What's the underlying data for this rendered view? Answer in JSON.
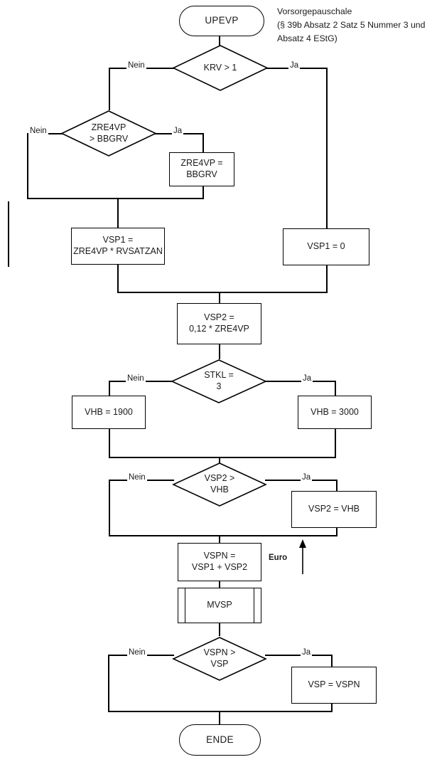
{
  "caption": {
    "text": "Vorsorgepauschale\n(§ 39b Absatz 2 Satz 5 Nummer 3 und\nAbsatz 4 EStG)"
  },
  "colors": {
    "stroke": "#000000",
    "text": "#1a1a1a",
    "background": "#ffffff"
  },
  "nodes": {
    "start": {
      "label": "UPEVP",
      "shape": "terminal"
    },
    "krv": {
      "label": "KRV > 1",
      "shape": "decision"
    },
    "zre4vp_gt_bbgrv": {
      "label": "ZRE4VP\n> BBGRV",
      "shape": "decision"
    },
    "zre4vp_assign": {
      "label": "ZRE4VP =\nBBGRV",
      "shape": "process"
    },
    "vsp1_calc": {
      "label": "VSP1 =\nZRE4VP * RVSATZAN",
      "shape": "process"
    },
    "vsp1_zero": {
      "label": "VSP1 = 0",
      "shape": "process"
    },
    "vsp2_calc": {
      "label": "VSP2 =\n0,12 * ZRE4VP",
      "shape": "process"
    },
    "stkl": {
      "label": "STKL =\n3",
      "shape": "decision"
    },
    "vhb_1900": {
      "label": "VHB = 1900",
      "shape": "process"
    },
    "vhb_3000": {
      "label": "VHB = 3000",
      "shape": "process"
    },
    "vsp2_gt_vhb": {
      "label": "VSP2 >\nVHB",
      "shape": "decision"
    },
    "vsp2_assign": {
      "label": "VSP2 = VHB",
      "shape": "process"
    },
    "vspn_calc": {
      "label": "VSPN =\nVSP1 + VSP2",
      "shape": "process"
    },
    "mvsp": {
      "label": "MVSP",
      "shape": "predefined-process"
    },
    "vspn_gt_vsp": {
      "label": "VSPN >\nVSP",
      "shape": "decision"
    },
    "vsp_assign": {
      "label": "VSP = VSPN",
      "shape": "process"
    },
    "end": {
      "label": "ENDE",
      "shape": "terminal"
    }
  },
  "edge_labels": {
    "krv_no": "Nein",
    "krv_yes": "Ja",
    "bbgrv_no": "Nein",
    "bbgrv_yes": "Ja",
    "stkl_no": "Nein",
    "stkl_yes": "Ja",
    "vhb_no": "Nein",
    "vhb_yes": "Ja",
    "vspn_no": "Nein",
    "vspn_yes": "Ja"
  },
  "annotations": {
    "euro": "Euro"
  }
}
